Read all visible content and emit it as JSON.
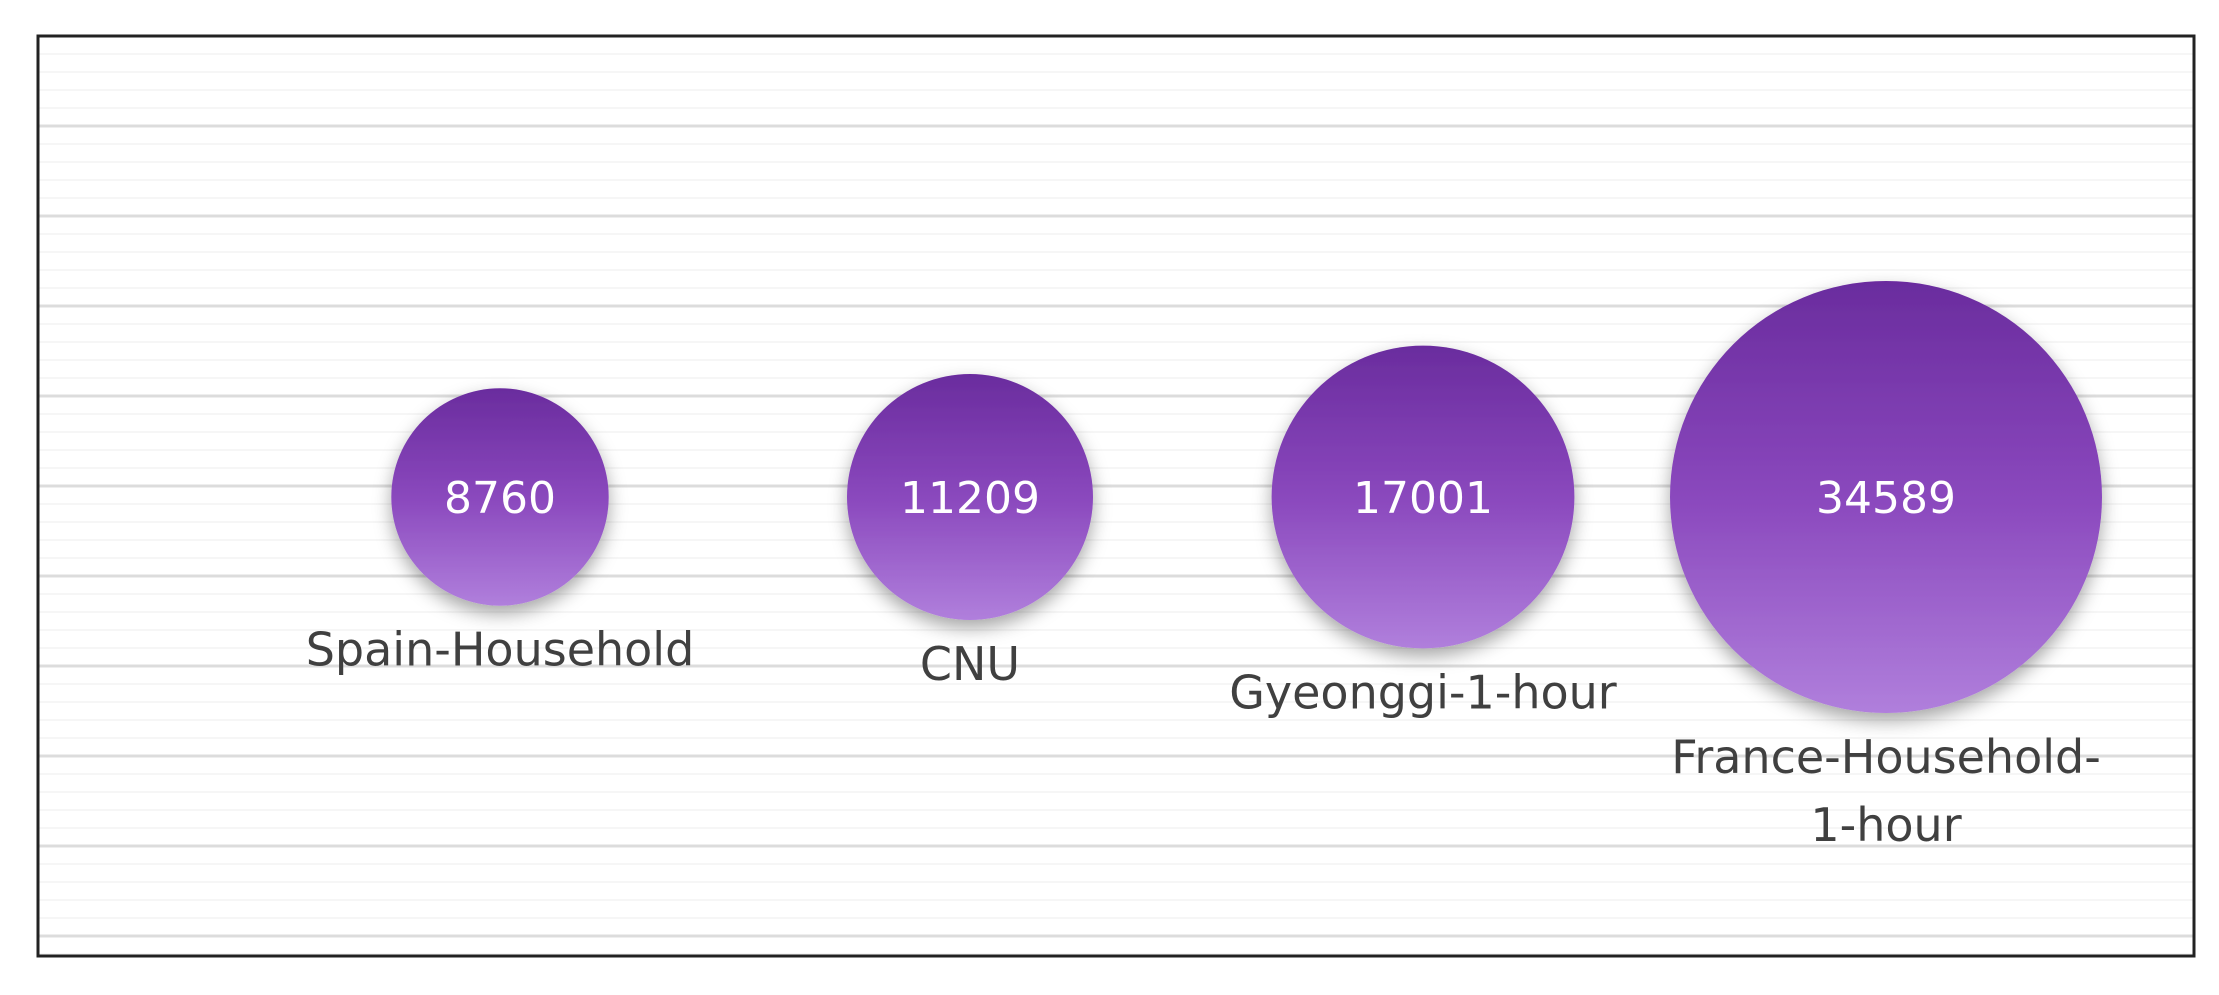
{
  "chart_data": {
    "type": "bubble",
    "title": "",
    "xlabel": "",
    "ylabel": "",
    "grid": true,
    "legend": "none",
    "categories": [
      "Spain-Household",
      "CNU",
      "Gyeonggi-1-hour",
      "France-Household-1-hour"
    ],
    "category_lines": [
      [
        "Spain-Household"
      ],
      [
        "CNU"
      ],
      [
        "Gyeonggi-1-hour"
      ],
      [
        "France-Household-",
        "1-hour"
      ]
    ],
    "values": [
      8760,
      11209,
      17001,
      34589
    ],
    "value_labels": [
      "8760",
      "11209",
      "17001",
      "34589"
    ],
    "colors": {
      "bubble_top": "#6a2c9e",
      "bubble_mid": "#8a48bd",
      "bubble_bottom": "#b07fdc",
      "value_text": "#ffffff",
      "category_text": "#404040",
      "grid_line": "#dcdcdc",
      "grid_band": "#f6f6f6",
      "frame": "#222222"
    }
  }
}
